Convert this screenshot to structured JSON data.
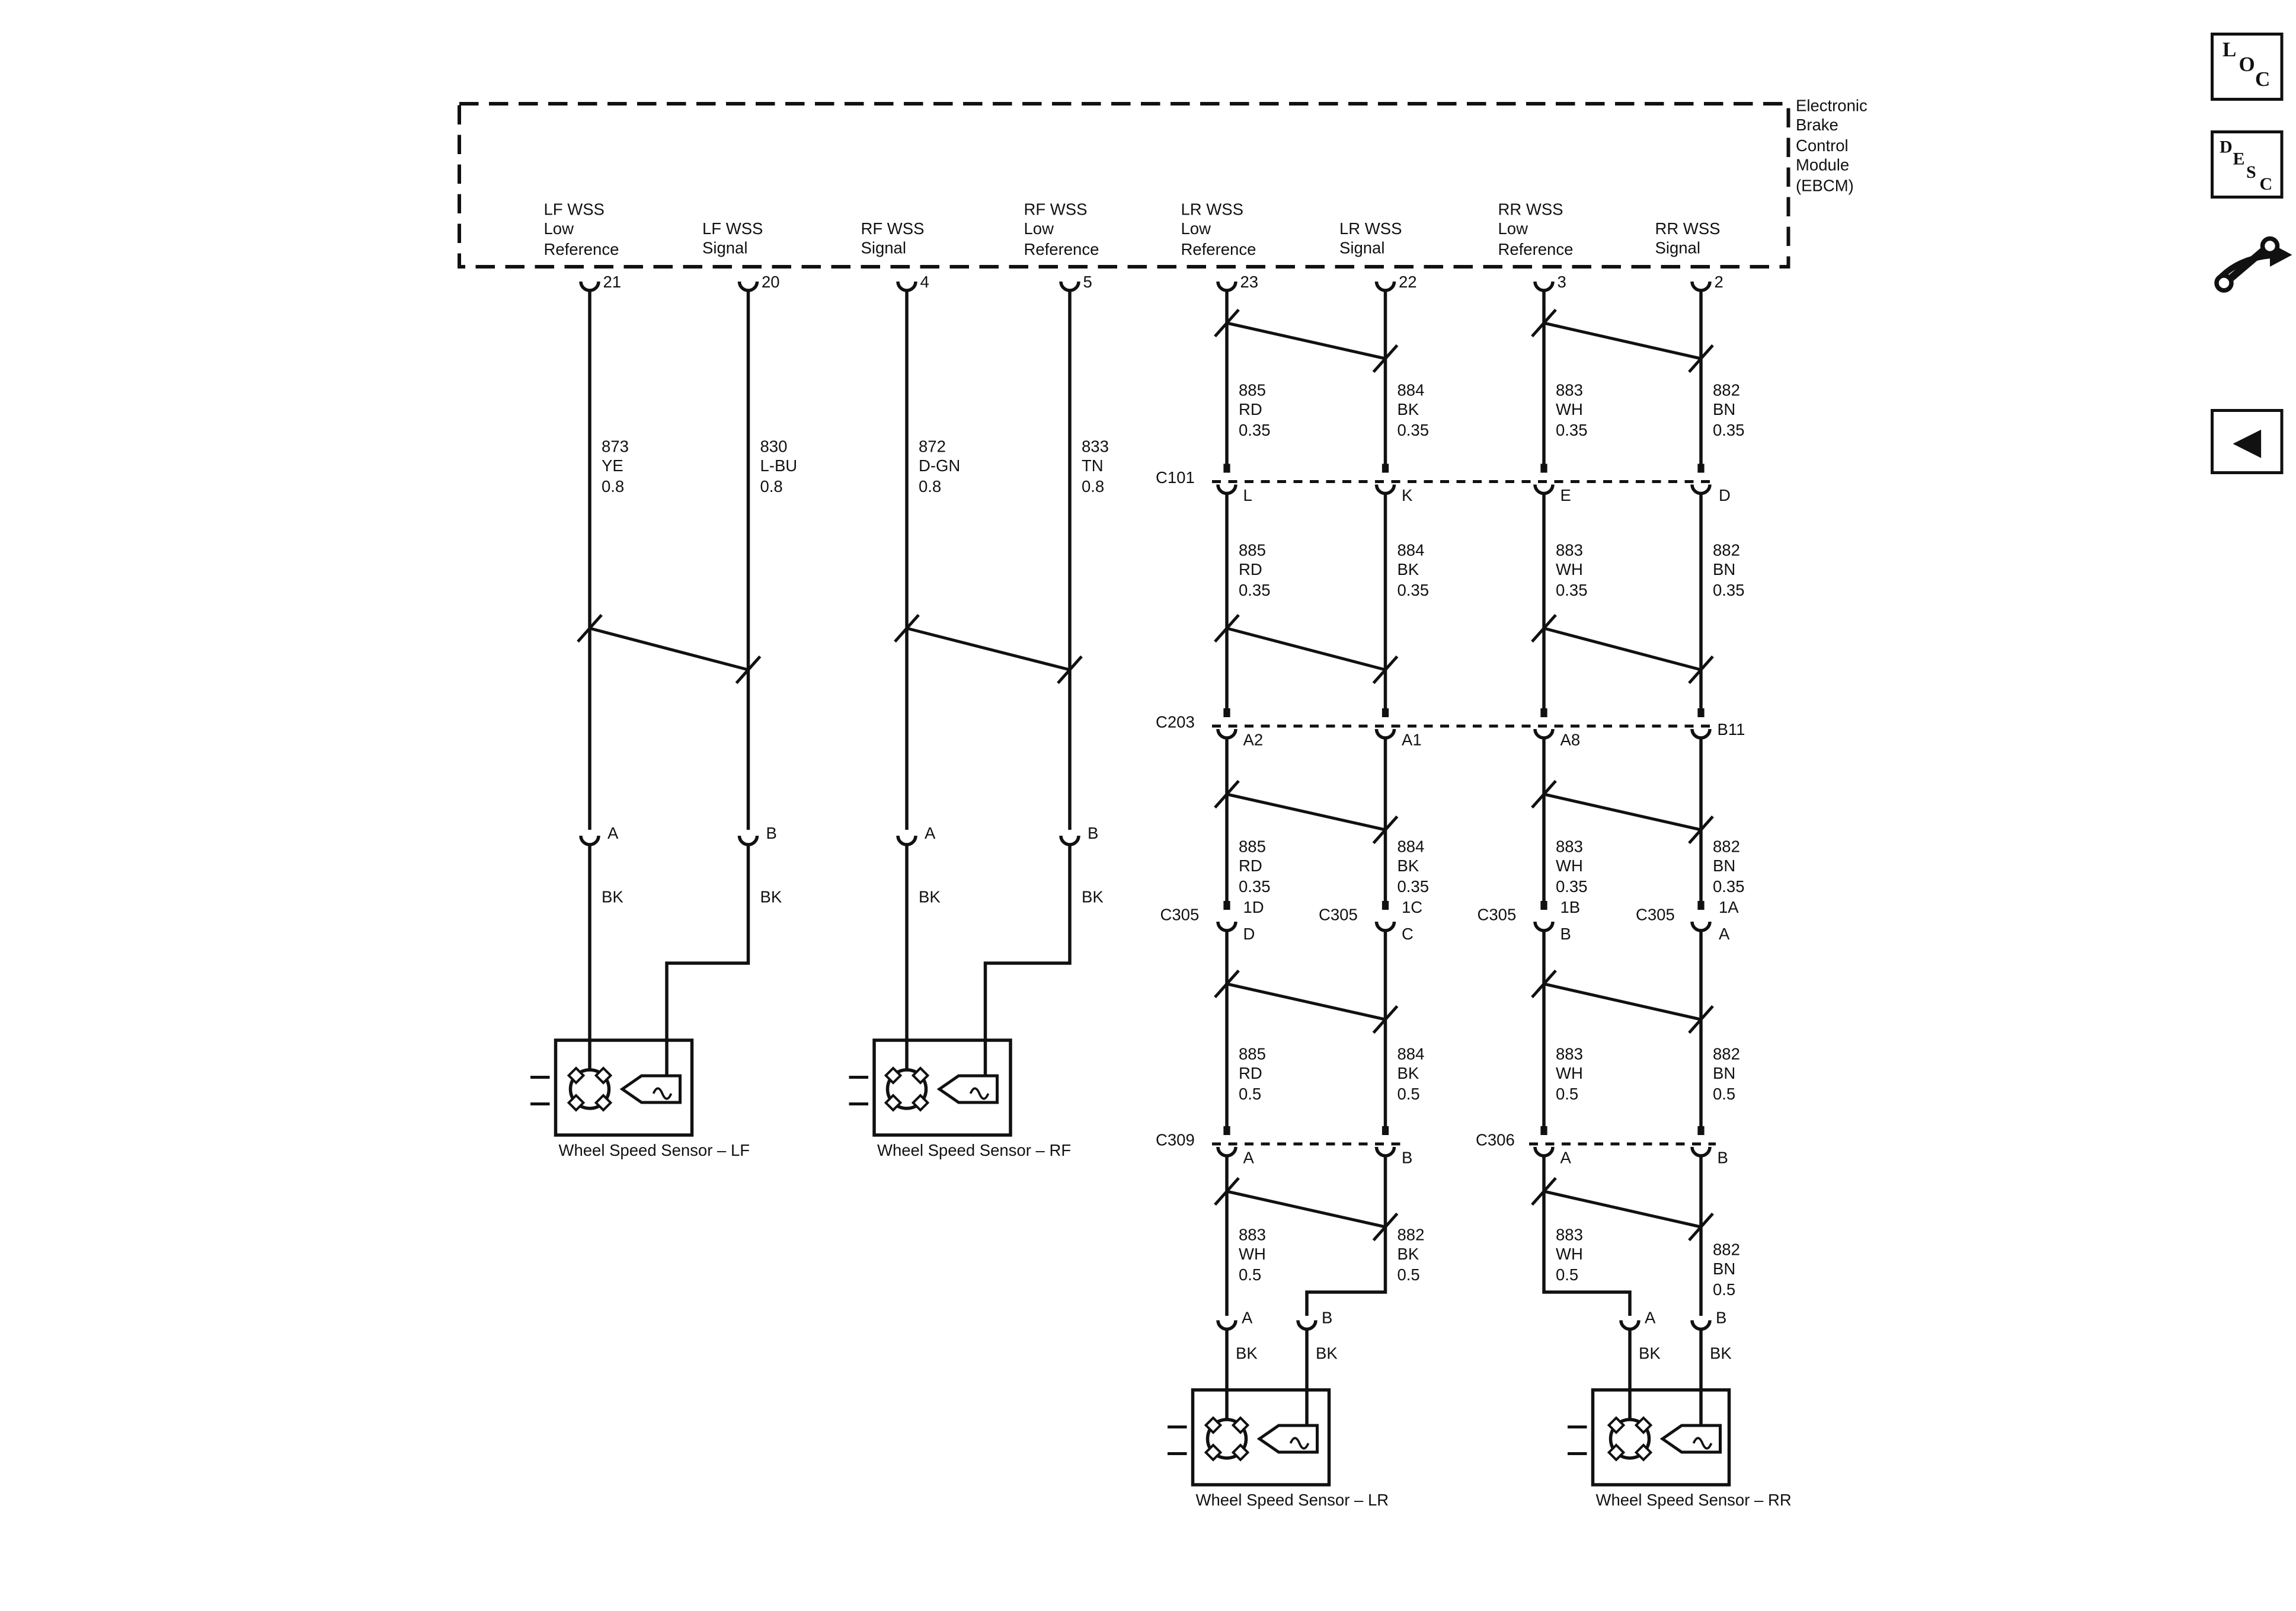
{
  "module": {
    "label": "Electronic\nBrake\nControl\nModule\n(EBCM)"
  },
  "icons": {
    "loc": [
      "L",
      "O",
      "C"
    ],
    "desc": [
      "D",
      "E",
      "S",
      "C"
    ],
    "back": "◀"
  },
  "connectors": {
    "c101": "C101",
    "c203": "C203",
    "c305": "C305",
    "c309": "C309",
    "c306": "C306"
  },
  "columns": [
    {
      "header": "LF WSS\nLow\nReference",
      "pin": "21",
      "seg1": "873\nYE\n0.8",
      "conn_pin": "A",
      "conn_wire": "BK"
    },
    {
      "header": "LF WSS\nSignal",
      "pin": "20",
      "seg1": "830\nL-BU\n0.8",
      "conn_pin": "B",
      "conn_wire": "BK"
    },
    {
      "header": "RF WSS\nSignal",
      "pin": "4",
      "seg1": "872\nD-GN\n0.8",
      "conn_pin": "A",
      "conn_wire": "BK"
    },
    {
      "header": "RF WSS\nLow\nReference",
      "pin": "5",
      "seg1": "833\nTN\n0.8",
      "conn_pin": "B",
      "conn_wire": "BK"
    },
    {
      "header": "LR WSS\nLow\nReference",
      "pin": "23",
      "seg1": "885\nRD\n0.35",
      "c101_pin": "L",
      "seg2": "885\nRD\n0.35",
      "c203_pin": "A2",
      "seg3": "885\nRD\n0.35",
      "c305_top": "1D",
      "c305_bot": "D",
      "seg4": "885\nRD\n0.5",
      "branch_pin": "A",
      "seg5": "883\nWH\n0.5",
      "conn_pin": "A",
      "conn_wire": "BK"
    },
    {
      "header": "LR WSS\nSignal",
      "pin": "22",
      "seg1": "884\nBK\n0.35",
      "c101_pin": "K",
      "seg2": "884\nBK\n0.35",
      "c203_pin": "A1",
      "seg3": "884\nBK\n0.35",
      "c305_top": "1C",
      "c305_bot": "C",
      "seg4": "884\nBK\n0.5",
      "branch_pin": "B",
      "seg5": "882\nBK\n0.5",
      "conn_pin": "B",
      "conn_wire": "BK"
    },
    {
      "header": "RR WSS\nLow\nReference",
      "pin": "3",
      "seg1": "883\nWH\n0.35",
      "c101_pin": "E",
      "seg2": "883\nWH\n0.35",
      "c203_pin": "A8",
      "seg3": "883\nWH\n0.35",
      "c305_top": "1B",
      "c305_bot": "B",
      "seg4": "883\nWH\n0.5",
      "branch_pin": "A",
      "seg5": "883\nWH\n0.5",
      "conn_pin": "A",
      "conn_wire": "BK"
    },
    {
      "header": "RR WSS\nSignal",
      "pin": "2",
      "seg1": "882\nBN\n0.35",
      "c101_pin": "D",
      "seg2": "882\nBN\n0.35",
      "c203_pin": "B11",
      "seg3": "882\nBN\n0.35",
      "c305_top": "1A",
      "c305_bot": "A",
      "seg4": "882\nBN\n0.5",
      "branch_pin": "B",
      "seg5": "882\nBN\n0.5",
      "conn_pin": "B",
      "conn_wire": "BK"
    }
  ],
  "sensors": [
    {
      "label": "Wheel Speed Sensor – LF"
    },
    {
      "label": "Wheel Speed Sensor – RF"
    },
    {
      "label": "Wheel Speed Sensor – LR"
    },
    {
      "label": "Wheel Speed Sensor – RR"
    }
  ]
}
